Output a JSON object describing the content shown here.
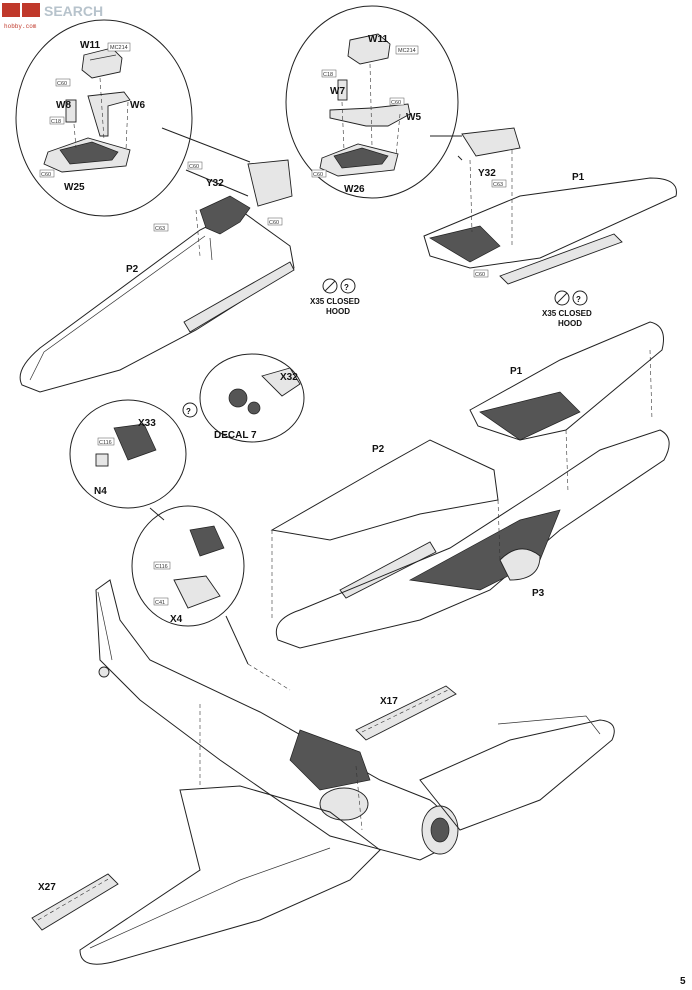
{
  "watermark": {
    "brand": "SEARCH",
    "url": "hobby.com"
  },
  "page_number": "5",
  "labels": {
    "w11_left": "W11",
    "w11_right": "W11",
    "w8": "W8",
    "w6": "W6",
    "w25": "W25",
    "w7": "W7",
    "w5": "W5",
    "w26": "W26",
    "y32_left": "Y32",
    "y32_right": "Y32",
    "p1_top": "P1",
    "p1_mid": "P1",
    "p2_left": "P2",
    "p2_mid": "P2",
    "p3": "P3",
    "x35_left": "X35 CLOSED",
    "hood_left": "HOOD",
    "x35_right": "X35 CLOSED",
    "hood_right": "HOOD",
    "x32": "X32",
    "x33": "X33",
    "decal7": "DECAL 7",
    "n4": "N4",
    "x4": "X4",
    "x17": "X17",
    "x27": "X27"
  },
  "tags": {
    "mc214_l": "MC214",
    "mc214_r": "MC214",
    "c60_a": "C60",
    "c18_a": "C18",
    "c60_b": "C60",
    "c18_b": "C18",
    "c60_c": "C60",
    "c60_d": "C60",
    "c60_e": "C60",
    "c63_l": "C63",
    "c60_f": "C60",
    "c63_r": "C63",
    "c60_g": "C60",
    "c116_a": "C116",
    "c116_b": "C116",
    "c41": "C41"
  },
  "icons": [
    "paint-icon",
    "question-icon"
  ]
}
